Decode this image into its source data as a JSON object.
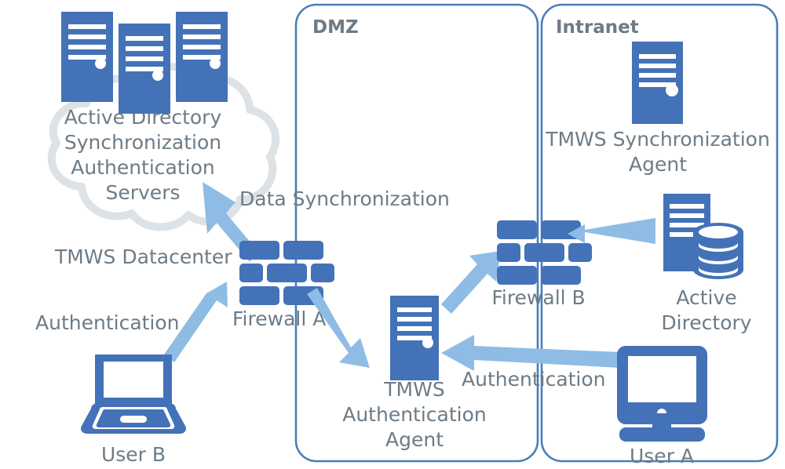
{
  "diagram": {
    "title": "TMWS Authentication and Synchronization Architecture",
    "colors": {
      "device_blue": "#4472b8",
      "arrow_blue": "#8ebce4",
      "zone_border": "#4a7ebb",
      "cloud_stroke": "#dde2e6",
      "text_gray": "#6e7b85",
      "background": "#ffffff"
    }
  },
  "zones": [
    {
      "id": "dmz",
      "label": "DMZ"
    },
    {
      "id": "intranet",
      "label": "Intranet"
    }
  ],
  "cloud": {
    "label_lines": [
      "Active Directory",
      "Synchronization",
      "Authentication",
      "Servers"
    ],
    "outside_label": "TMWS Datacenter",
    "servers_count": 3
  },
  "nodes": [
    {
      "id": "ad-sync-auth-servers",
      "icon": "server-stack-icon",
      "label_lines": [
        "Active Directory",
        "Synchronization",
        "Authentication",
        "Servers"
      ]
    },
    {
      "id": "tmws-datacenter",
      "icon": "cloud-icon",
      "label_lines": [
        "TMWS Datacenter"
      ]
    },
    {
      "id": "firewall-a",
      "icon": "firewall-brick-icon",
      "label_lines": [
        "Firewall A"
      ]
    },
    {
      "id": "user-b",
      "icon": "laptop-icon",
      "label_lines": [
        "User B"
      ]
    },
    {
      "id": "tmws-authentication-agent",
      "icon": "server-icon",
      "label_lines": [
        "TMWS",
        "Authentication",
        "Agent"
      ]
    },
    {
      "id": "firewall-b",
      "icon": "firewall-brick-icon",
      "label_lines": [
        "Firewall B"
      ]
    },
    {
      "id": "active-directory",
      "icon": "database-server-icon",
      "label_lines": [
        "Active",
        "Directory"
      ]
    },
    {
      "id": "tmws-synchronization-agent",
      "icon": "server-icon",
      "label_lines": [
        "TMWS Synchronization",
        "Agent"
      ]
    },
    {
      "id": "user-a",
      "icon": "desktop-monitor-icon",
      "label_lines": [
        "User A"
      ]
    }
  ],
  "flows": [
    {
      "id": "data-synchronization",
      "label": "Data Synchronization",
      "from": "firewall-a",
      "to": "ad-sync-auth-servers"
    },
    {
      "id": "authentication-user-b",
      "label": "Authentication",
      "from": "user-b",
      "to": "firewall-a"
    },
    {
      "id": "authentication-user-a",
      "label": "Authentication",
      "from": "user-a",
      "to": "tmws-authentication-agent"
    }
  ],
  "labels": {
    "dmz": "DMZ",
    "intranet": "Intranet",
    "cloud_line1": "Active Directory",
    "cloud_line2": "Synchronization",
    "cloud_line3": "Authentication",
    "cloud_line4": "Servers",
    "tmws_datacenter": "TMWS Datacenter",
    "data_synchronization": "Data Synchronization",
    "firewall_a": "Firewall A",
    "firewall_b": "Firewall B",
    "authentication_left": "Authentication",
    "authentication_right": "Authentication",
    "user_a": "User A",
    "user_b": "User B",
    "tmws_auth_agent_l1": "TMWS",
    "tmws_auth_agent_l2": "Authentication",
    "tmws_auth_agent_l3": "Agent",
    "tmws_sync_agent_l1": "TMWS Synchronization",
    "tmws_sync_agent_l2": "Agent",
    "active_directory_l1": "Active",
    "active_directory_l2": "Directory"
  }
}
